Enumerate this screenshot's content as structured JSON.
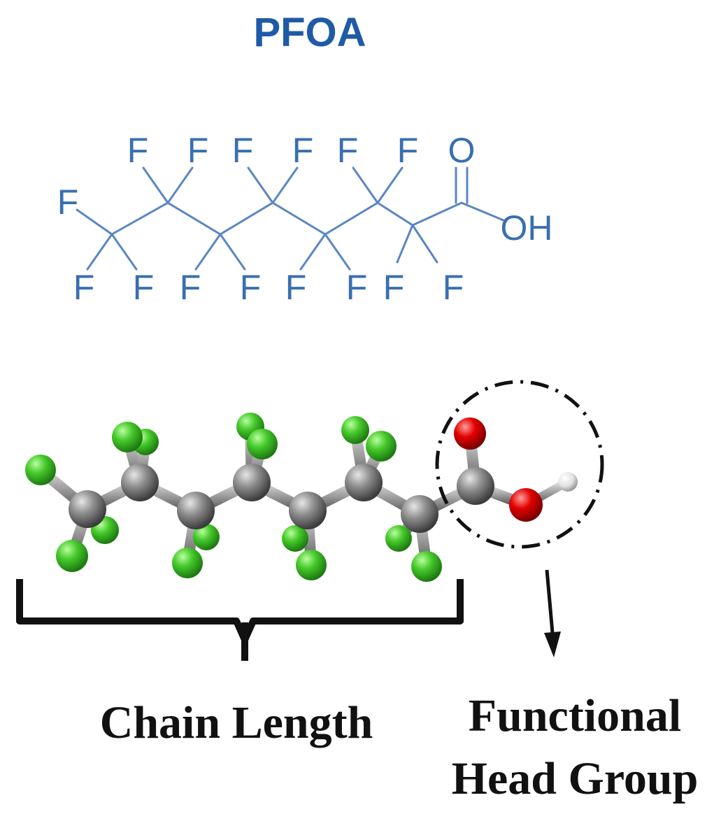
{
  "title": "PFOA",
  "structural_formula": {
    "fluorine_label": "F",
    "oxygen_label": "O",
    "hydroxyl_label": "OH"
  },
  "captions": {
    "chain": "Chain Length",
    "head_line1": "Functional",
    "head_line2": "Head Group"
  },
  "colors": {
    "formula_blue": "#3a6fb0",
    "title_blue": "#1f5aa6",
    "carbon": "#8a8a8a",
    "fluorine": "#44cc2a",
    "oxygen": "#e10000",
    "hydrogen": "#e8e8e8",
    "annotation": "#111111"
  }
}
